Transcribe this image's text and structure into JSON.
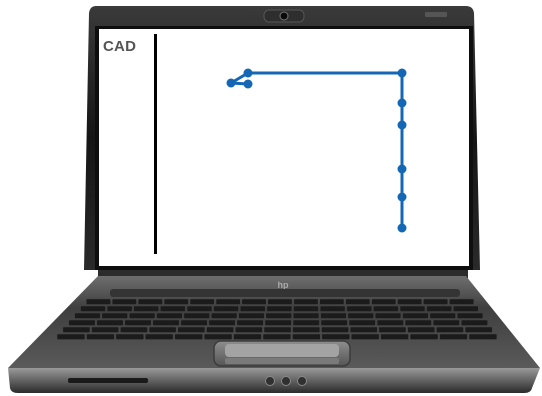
{
  "app": {
    "label": "CAD"
  },
  "colors": {
    "bezel": "#1c1c1c",
    "chassis": "#4a4a4a",
    "keyboard_deck": "#5b5b5b",
    "screen_bg": "#ffffff",
    "label_text": "#555555",
    "divider": "#000000",
    "polyline": "#1467b5"
  },
  "device": {
    "type": "laptop",
    "screen_icons": [
      "webcam-icon"
    ],
    "keyboard": "keyboard",
    "touchpad": "touchpad",
    "logo": "hp"
  }
}
